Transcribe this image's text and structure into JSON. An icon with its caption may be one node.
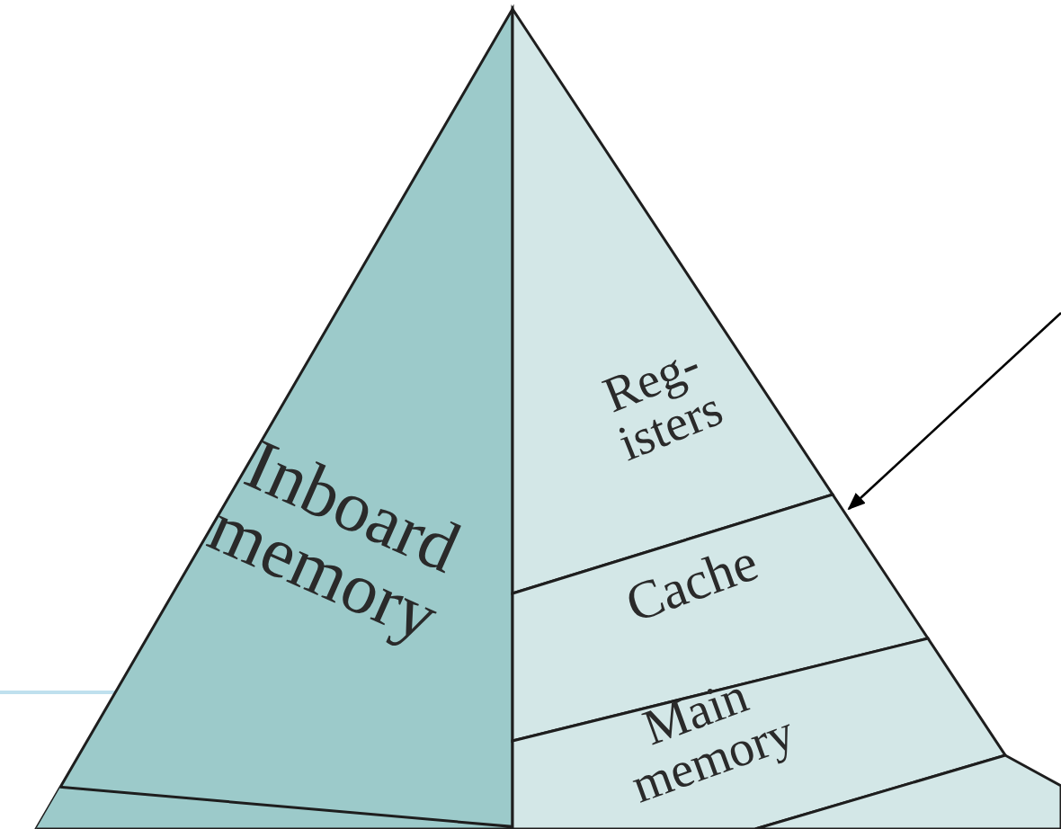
{
  "diagram": {
    "nodes": [
      {
        "text": [
          "Inboard memory"
        ]
      },
      {
        "text": [
          "Reg- isters"
        ]
      },
      {
        "text": [
          "Cache"
        ]
      },
      {
        "text": [
          "Main memory"
        ]
      },
      {
        "text": [],
        "shape": "band",
        "in": 0
      },
      {
        "text": [],
        "shape": "band"
      }
    ],
    "edges": [
      {
        "from": null,
        "to": 2,
        "arrow": "to"
      }
    ]
  }
}
